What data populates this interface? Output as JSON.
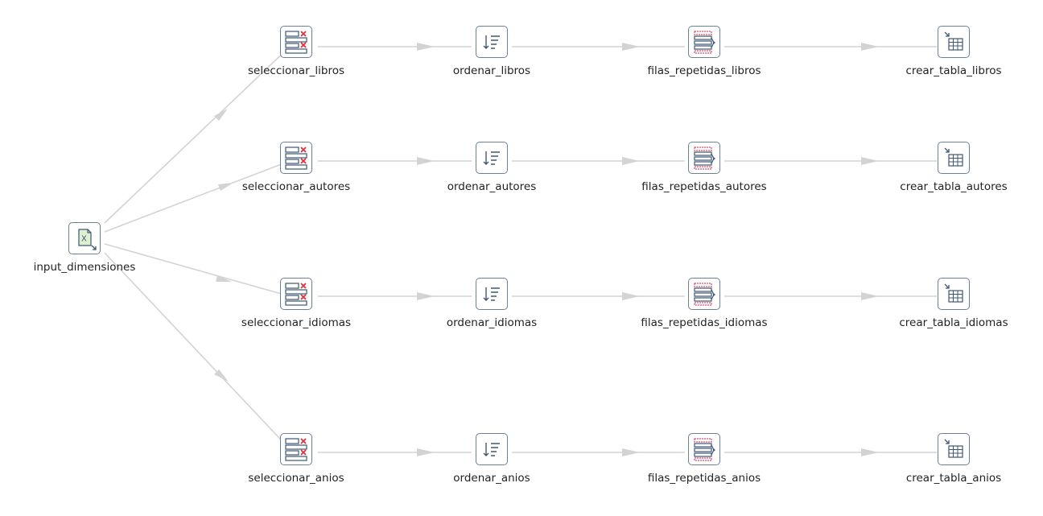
{
  "steps": {
    "input": {
      "name": "input_dimensiones",
      "icon": "excel-input-icon"
    },
    "rows": [
      {
        "select": {
          "name": "seleccionar_libros",
          "icon": "select-values-icon"
        },
        "sort": {
          "name": "ordenar_libros",
          "icon": "sort-rows-icon"
        },
        "unique": {
          "name": "filas_repetidas_libros",
          "icon": "unique-rows-icon"
        },
        "output": {
          "name": "crear_tabla_libros",
          "icon": "table-output-icon"
        }
      },
      {
        "select": {
          "name": "seleccionar_autores",
          "icon": "select-values-icon"
        },
        "sort": {
          "name": "ordenar_autores",
          "icon": "sort-rows-icon"
        },
        "unique": {
          "name": "filas_repetidas_autores",
          "icon": "unique-rows-icon"
        },
        "output": {
          "name": "crear_tabla_autores",
          "icon": "table-output-icon"
        }
      },
      {
        "select": {
          "name": "seleccionar_idiomas",
          "icon": "select-values-icon"
        },
        "sort": {
          "name": "ordenar_idiomas",
          "icon": "sort-rows-icon"
        },
        "unique": {
          "name": "filas_repetidas_idiomas",
          "icon": "unique-rows-icon"
        },
        "output": {
          "name": "crear_tabla_idiomas",
          "icon": "table-output-icon"
        }
      },
      {
        "select": {
          "name": "seleccionar_anios",
          "icon": "select-values-icon"
        },
        "sort": {
          "name": "ordenar_anios",
          "icon": "sort-rows-icon"
        },
        "unique": {
          "name": "filas_repetidas_anios",
          "icon": "unique-rows-icon"
        },
        "output": {
          "name": "crear_tabla_anios",
          "icon": "table-output-icon"
        }
      }
    ]
  },
  "colors": {
    "hop": "#d3d3d3",
    "icon_border": "#6c8096",
    "icon_stroke": "#3e5873",
    "accent_red": "#e0303a",
    "accent_pink": "#e24c6a",
    "excel_green": "#dff0d0"
  }
}
